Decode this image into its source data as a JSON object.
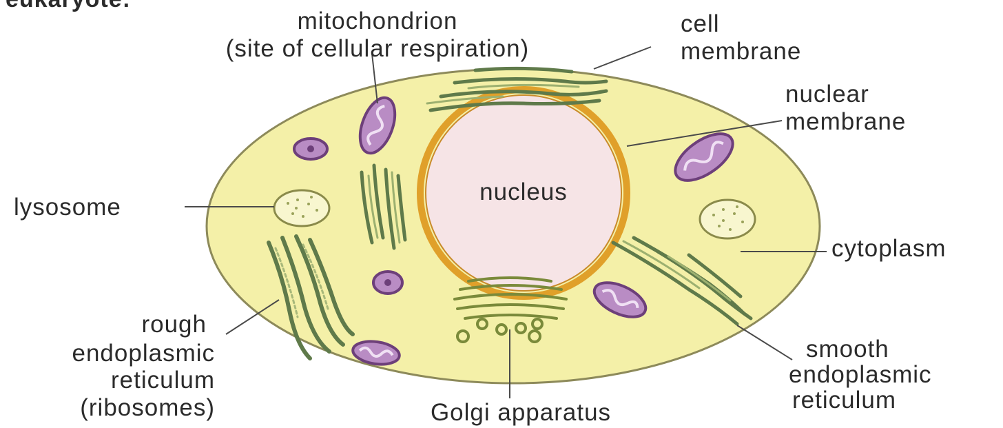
{
  "diagram": {
    "header_fragment": "eukaryote:",
    "labels": {
      "mitochondrion_line1": "mitochondrion",
      "mitochondrion_line2": "(site of cellular respiration)",
      "cell_membrane_line1": "cell",
      "cell_membrane_line2": "membrane",
      "nuclear_membrane_line1": "nuclear",
      "nuclear_membrane_line2": "membrane",
      "nucleus": "nucleus",
      "lysosome": "lysosome",
      "cytoplasm": "cytoplasm",
      "rough_er_line1": "rough",
      "rough_er_line2": "endoplasmic",
      "rough_er_line3": "reticulum",
      "rough_er_line4": "(ribosomes)",
      "smooth_er_line1": "smooth",
      "smooth_er_line2": "endoplasmic",
      "smooth_er_line3": "reticulum",
      "golgi": "Golgi apparatus"
    },
    "colors": {
      "cytoplasm": "#f4f0a8",
      "cell_outline": "#8d8a5a",
      "nucleus_fill": "#f6e4e6",
      "nuclear_ring": "#e0a02a",
      "mitochondrion_fill": "#b98cc4",
      "mitochondrion_edge": "#6d3f7a",
      "er_green": "#5f7a4a",
      "golgi": "#7a8a3a"
    }
  }
}
